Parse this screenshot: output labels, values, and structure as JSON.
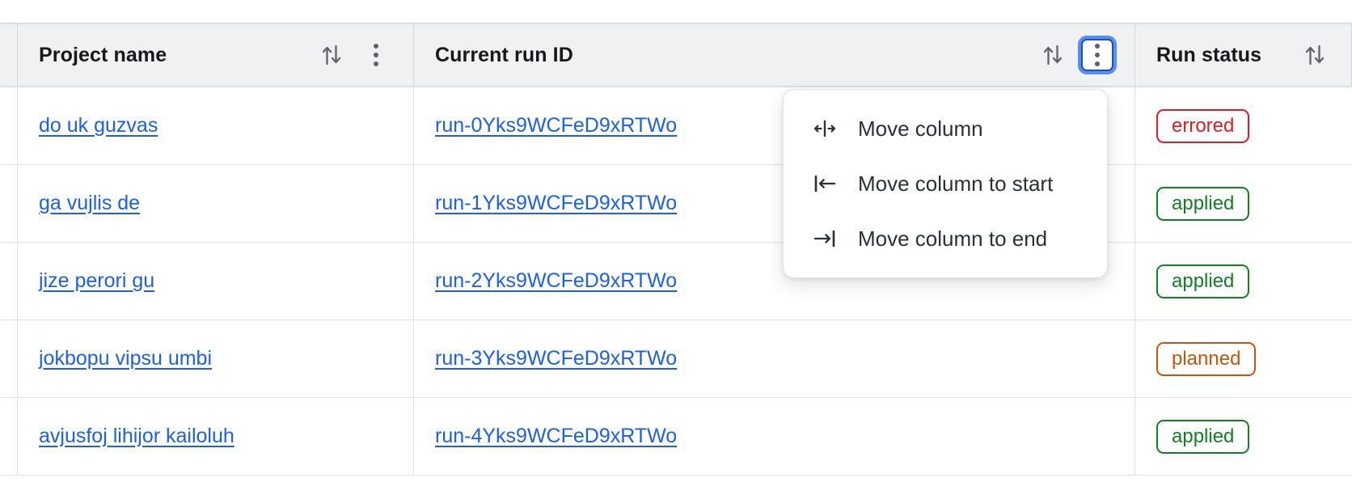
{
  "table": {
    "columns": [
      {
        "key": "project",
        "label": "Project name",
        "sortable": true,
        "has_menu": true,
        "menu_open": false
      },
      {
        "key": "runid",
        "label": "Current run ID",
        "sortable": true,
        "has_menu": true,
        "menu_open": true
      },
      {
        "key": "status",
        "label": "Run status",
        "sortable": true,
        "has_menu": false,
        "menu_open": false
      }
    ],
    "rows": [
      {
        "project": "do uk guzvas",
        "runid": "run-0Yks9WCFeD9xRTWo",
        "status": "errored"
      },
      {
        "project": "ga vujlis de",
        "runid": "run-1Yks9WCFeD9xRTWo",
        "status": "applied"
      },
      {
        "project": "jize perori gu",
        "runid": "run-2Yks9WCFeD9xRTWo",
        "status": "applied"
      },
      {
        "project": "jokbopu vipsu umbi",
        "runid": "run-3Yks9WCFeD9xRTWo",
        "status": "planned"
      },
      {
        "project": "avjusfoj lihijor kailoluh",
        "runid": "run-4Yks9WCFeD9xRTWo",
        "status": "applied"
      }
    ]
  },
  "status_colors": {
    "errored": "#e01b24",
    "applied": "#118022",
    "planned": "#c2570c"
  },
  "column_menu": {
    "items": [
      {
        "icon": "move-column-icon",
        "label": "Move column"
      },
      {
        "icon": "move-column-to-start-icon",
        "label": "Move column to start"
      },
      {
        "icon": "move-column-to-end-icon",
        "label": "Move column to end"
      }
    ]
  },
  "colors": {
    "link": "#1a5ff0",
    "header_bg": "#f0f1f3",
    "focus_ring": "#5b8dee",
    "focus_border": "#1452cc"
  }
}
